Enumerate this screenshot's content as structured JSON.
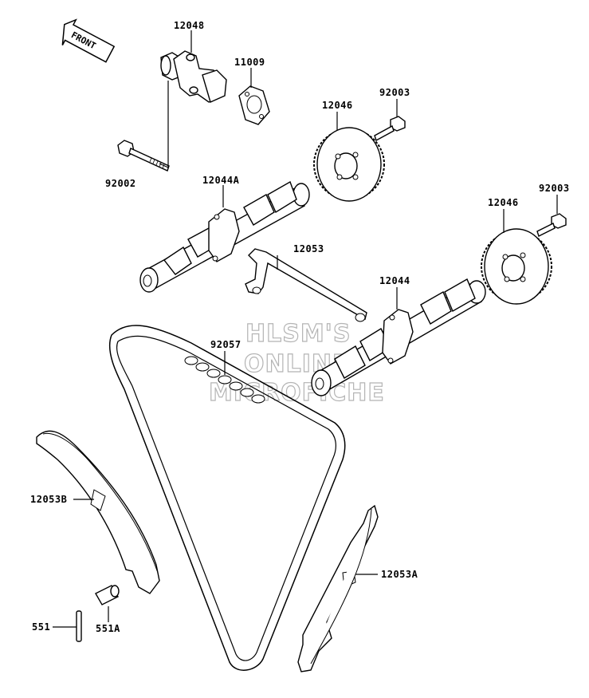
{
  "direction_indicator": {
    "text": "FRONT"
  },
  "watermark": {
    "line1": "HLSM'S",
    "line2": "ONLINE",
    "line3": "MICROFICHE"
  },
  "part_labels": {
    "p12048": "12048",
    "p11009": "11009",
    "p92002": "92002",
    "p12046_a": "12046",
    "p92003_a": "92003",
    "p12044A": "12044A",
    "p12046_b": "12046",
    "p92003_b": "92003",
    "p12053": "12053",
    "p12044": "12044",
    "p92057": "92057",
    "p12053B": "12053B",
    "p12053A": "12053A",
    "p551": "551",
    "p551A": "551A"
  }
}
